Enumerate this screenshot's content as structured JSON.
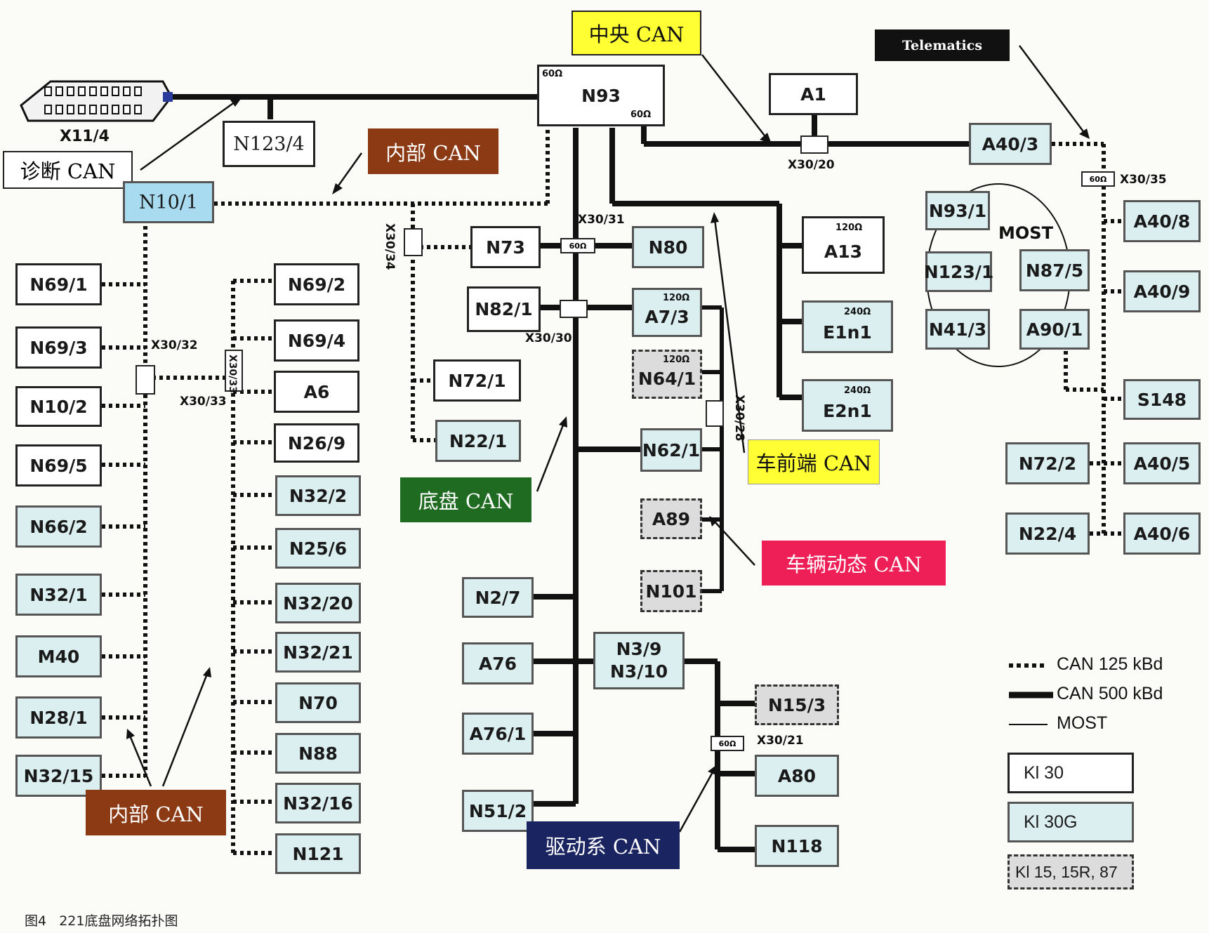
{
  "caption": {
    "prefix": "图4",
    "text": "221底盘网络拓扑图"
  },
  "connector": {
    "label": "X11/4"
  },
  "bus_labels": {
    "diag": "诊断 CAN",
    "central": "中央 CAN",
    "telematics": "Telematics",
    "internal_top": "内部 CAN",
    "internal_bottom": "内部 CAN",
    "chassis": "底盘 CAN",
    "front": "车前端 CAN",
    "dynamics": "车辆动态 CAN",
    "drive": "驱动系 CAN"
  },
  "bus_colors": {
    "central": "#ffff33",
    "telematics": "#111111",
    "internal": "#8b3a14",
    "chassis": "#1f6b21",
    "front": "#ffff33",
    "dynamics": "#ee1f57",
    "drive": "#1a2460"
  },
  "modules": {
    "N93": "N93",
    "N123_4": "N123/4",
    "N10_1": "N10/1",
    "A1": "A1",
    "A40_3": "A40/3",
    "N73": "N73",
    "N80": "N80",
    "A13": "A13",
    "N82_1": "N82/1",
    "A7_3": "A7/3",
    "E1n1": "E1n1",
    "E2n1": "E2n1",
    "N64_1": "N64/1",
    "N72_1": "N72/1",
    "N22_1": "N22/1",
    "N62_1": "N62/1",
    "A89": "A89",
    "N101": "N101",
    "N2_7": "N2/7",
    "N3_9": "N3/9",
    "N3_10": "N3/10",
    "A76": "A76",
    "A76_1": "A76/1",
    "N51_2": "N51/2",
    "N15_3": "N15/3",
    "A80": "A80",
    "N118": "N118",
    "N69_1": "N69/1",
    "N69_3": "N69/3",
    "N10_2": "N10/2",
    "N69_5": "N69/5",
    "N66_2": "N66/2",
    "N32_1": "N32/1",
    "M40": "M40",
    "N28_1": "N28/1",
    "N32_15": "N32/15",
    "N69_2": "N69/2",
    "N69_4": "N69/4",
    "A6": "A6",
    "N26_9": "N26/9",
    "N32_2": "N32/2",
    "N25_6": "N25/6",
    "N32_20": "N32/20",
    "N32_21": "N32/21",
    "N70": "N70",
    "N88": "N88",
    "N32_16": "N32/16",
    "N121": "N121",
    "N93_1": "N93/1",
    "N123_1": "N123/1",
    "N87_5": "N87/5",
    "N41_3": "N41/3",
    "A90_1": "A90/1",
    "A40_8": "A40/8",
    "A40_9": "A40/9",
    "S148": "S148",
    "N72_2": "N72/2",
    "A40_5": "A40/5",
    "N22_4": "N22/4",
    "A40_6": "A40/6"
  },
  "resistors": {
    "n93_left": "60Ω",
    "n93_right": "60Ω",
    "a13": "120Ω",
    "a7_3": "120Ω",
    "e1n1": "240Ω",
    "e2n1": "240Ω",
    "n64_1": "120Ω",
    "x30_31": "60Ω",
    "x30_21": "60Ω",
    "x30_35": "60Ω"
  },
  "junctions": {
    "x30_20": "X30/20",
    "x30_31": "X30/31",
    "x30_30": "X30/30",
    "x30_34": "X30/34",
    "x30_32": "X30/32",
    "x30_33": "X30/33",
    "x30_28": "X30/28",
    "x30_21": "X30/21",
    "x30_35": "X30/35",
    "x30_33_v": "X30/33"
  },
  "ring_label": "MOST",
  "legend": {
    "can125": "CAN 125 kBd",
    "can500": "CAN 500 kBd",
    "most": "MOST",
    "kl30": "Kl 30",
    "kl30g": "Kl 30G",
    "kl15": "Kl 15, 15R, 87"
  }
}
